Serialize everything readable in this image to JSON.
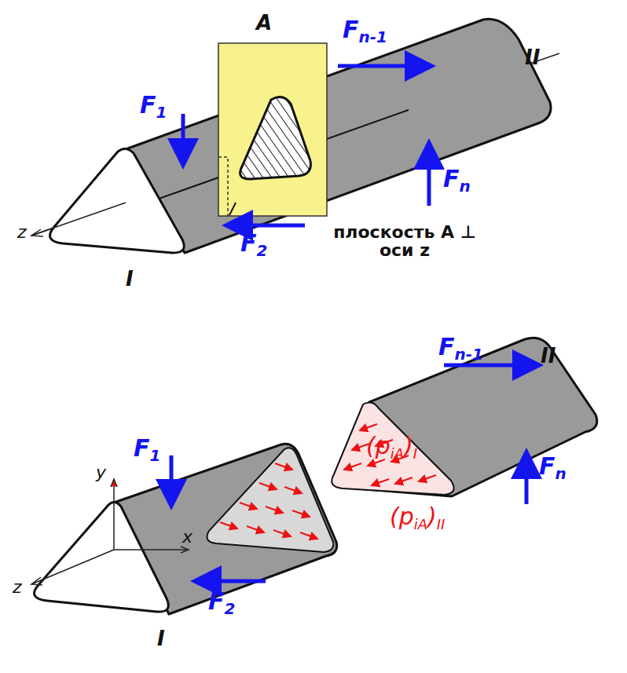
{
  "diagram": {
    "labels": [
      "F1",
      "A",
      "Fn-1",
      "II",
      "Fn",
      "z",
      "F2",
      "I",
      "плоскость А ⊥ оси z",
      "F1",
      "y",
      "x",
      "z",
      "F2",
      "I",
      "(piA)I",
      "Fn-1",
      "II",
      "(piA)II",
      "Fn"
    ]
  }
}
